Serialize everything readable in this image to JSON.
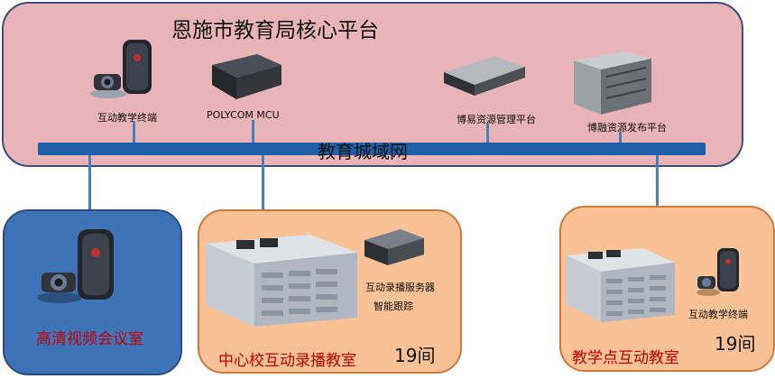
{
  "core": {
    "title": "恩施市教育局核心平台",
    "network_label": "教育城域网",
    "devices": [
      {
        "label": "互动教学终端",
        "icon": "video-terminal-icon"
      },
      {
        "label": "POLYCOM MCU",
        "icon": "mcu-device-icon"
      },
      {
        "label": "博易资源管理平台",
        "icon": "rack-server-icon"
      },
      {
        "label": "博融资源发布平台",
        "icon": "chassis-server-icon"
      }
    ]
  },
  "rooms": {
    "hd_meeting": {
      "label": "高清视频会议室",
      "icon": "video-terminal-icon"
    },
    "central_school": {
      "label": "中心校互动录播教室",
      "count": "19间",
      "server_label": "互动录播服务器",
      "tracking_label": "智能跟踪",
      "icon": "classroom-icon"
    },
    "teaching_point": {
      "label": "教学点互动教室",
      "count": "19间",
      "terminal_label": "互动教学终端",
      "icon": "classroom-icon"
    }
  },
  "colors": {
    "core_bg": "#e8b4b8",
    "bus": "#1f5fa8",
    "meeting_bg": "#3f73b8",
    "classroom_bg": "#f8c296",
    "room_label": "#c00000"
  }
}
